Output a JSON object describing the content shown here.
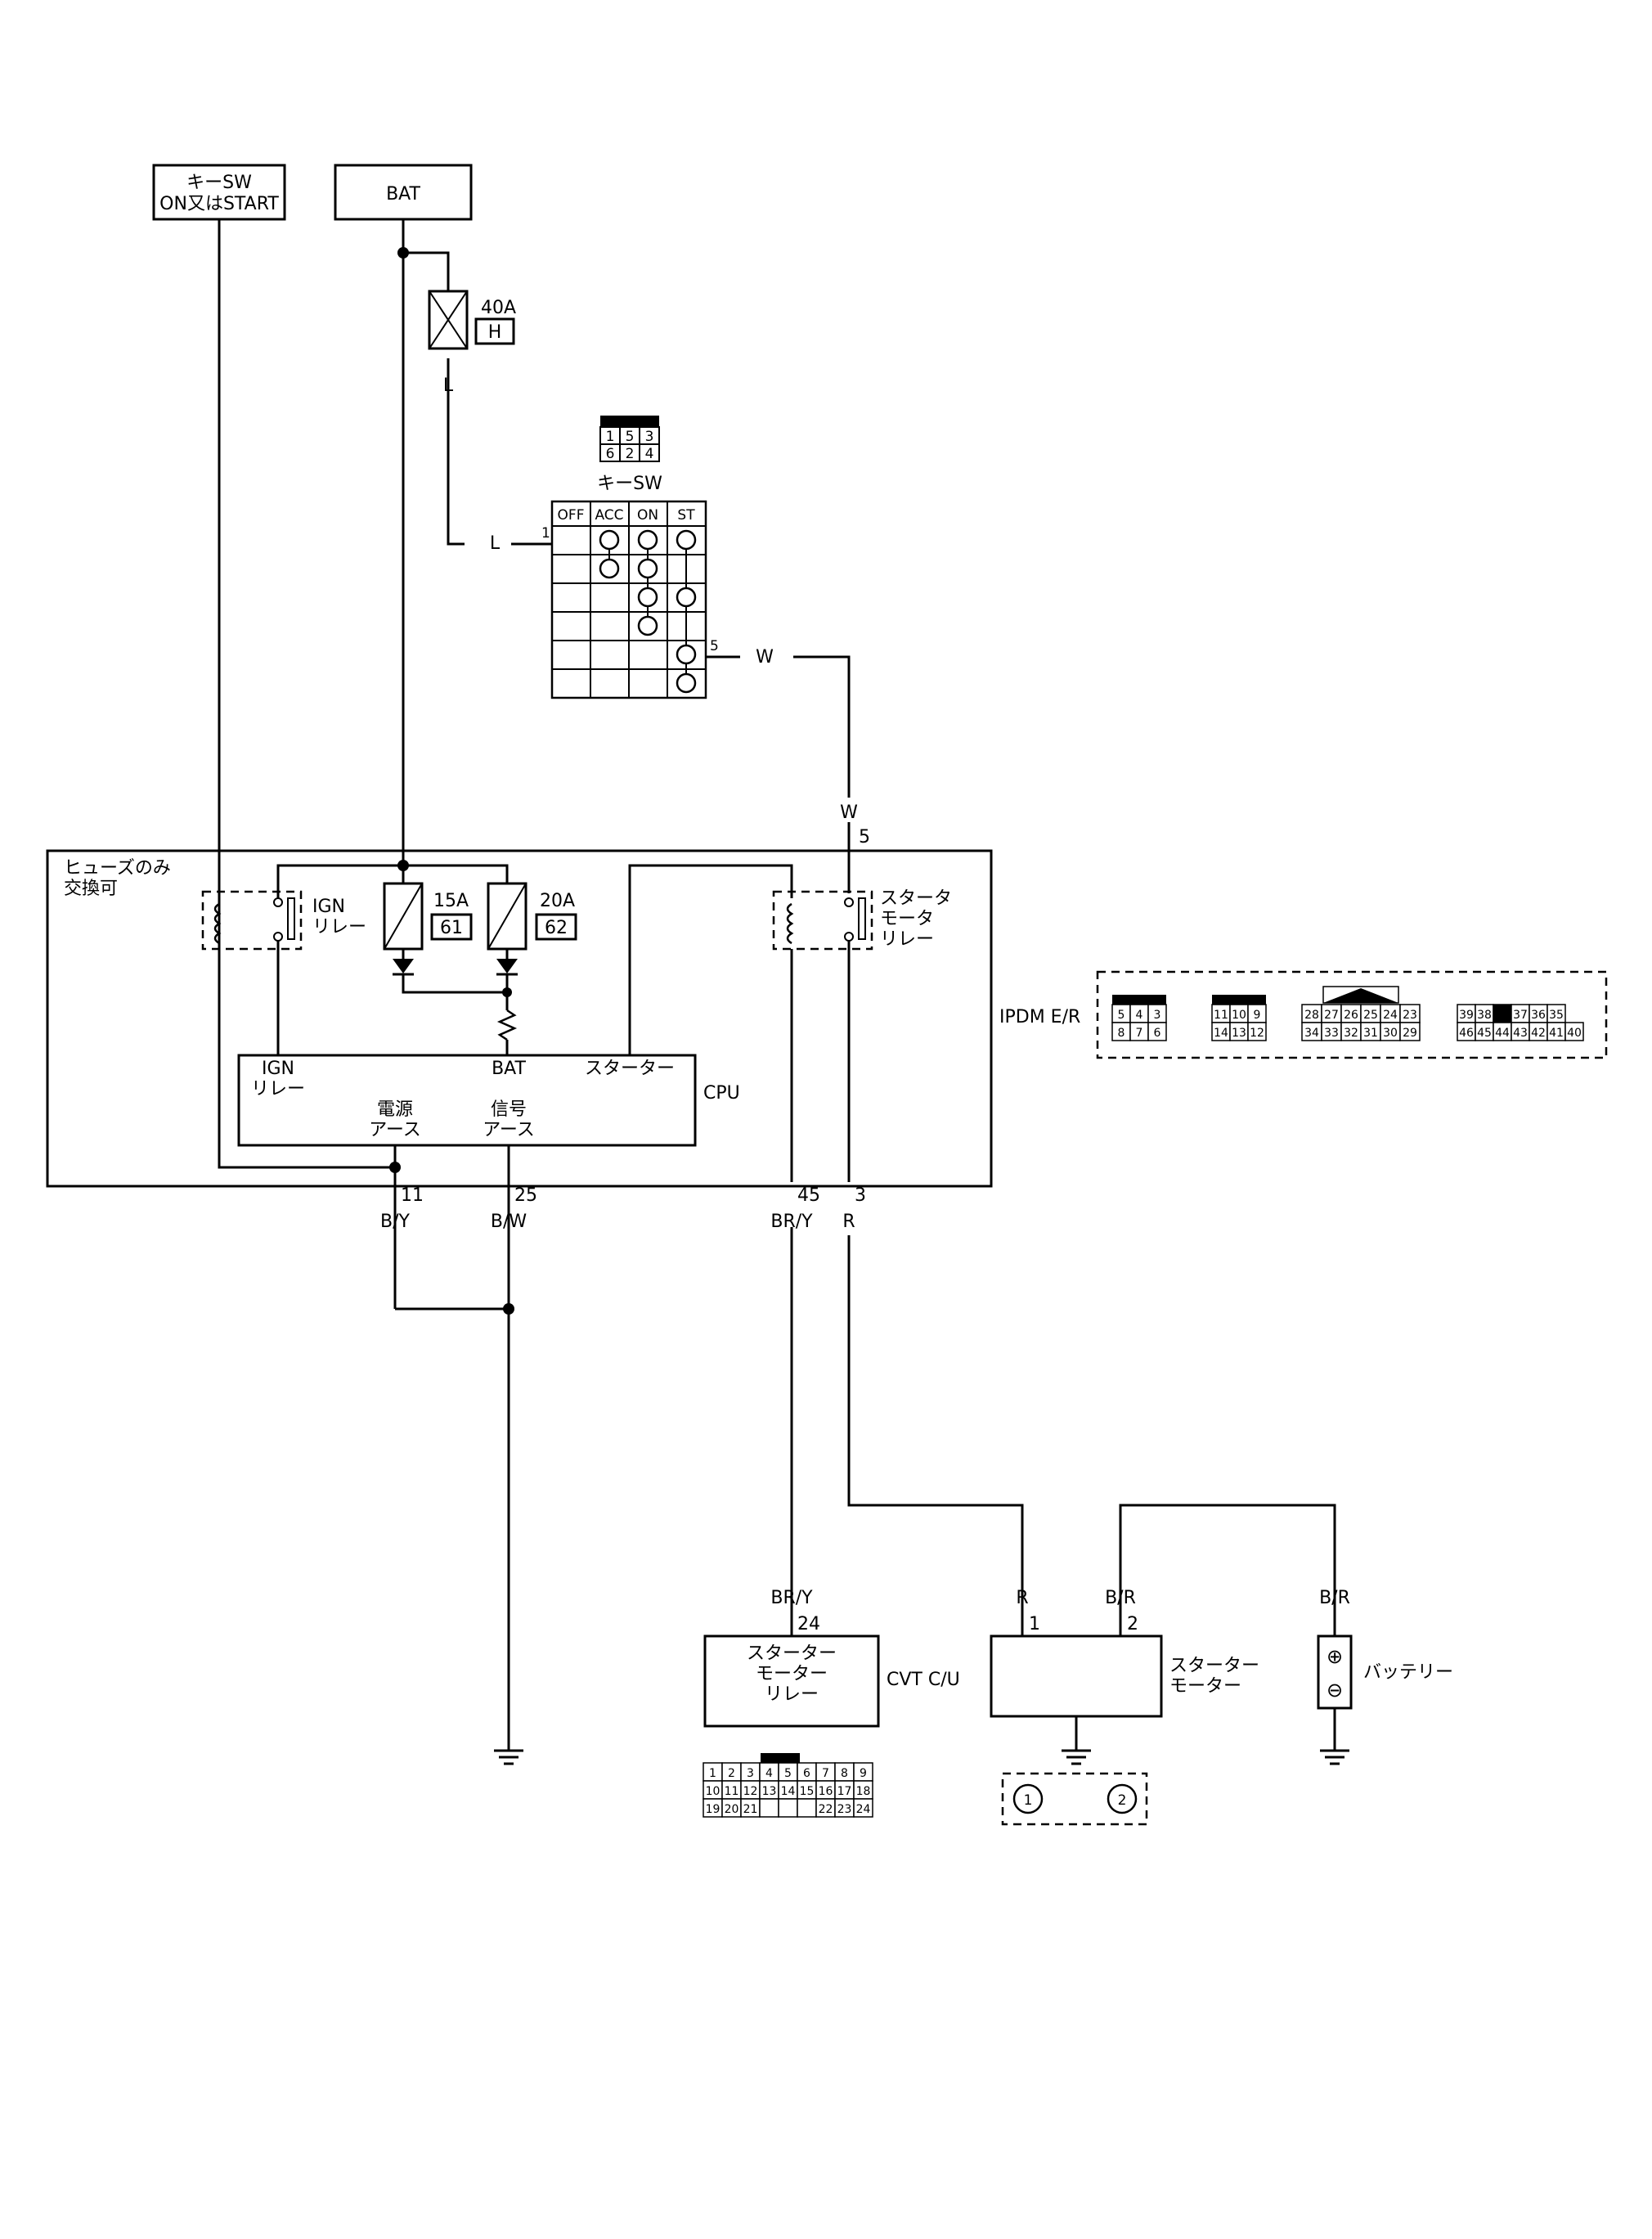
{
  "power_sources": {
    "key_sw_line1": "キーSW",
    "key_sw_line2": "ON又はSTART",
    "bat": "BAT"
  },
  "fuse_main": {
    "rating": "40A",
    "code": "H"
  },
  "key_switch": {
    "label": "キーSW",
    "connector_pins_top": [
      "1",
      "5",
      "3"
    ],
    "connector_pins_bottom": [
      "6",
      "2",
      "4"
    ],
    "columns": [
      "OFF",
      "ACC",
      "ON",
      "ST"
    ],
    "pin_in": "1",
    "pin_out": "5"
  },
  "ipdm": {
    "fuse_only_line1": "ヒューズのみ",
    "fuse_only_line2": "交換可",
    "ign_relay_line1": "IGN",
    "ign_relay_line2": "リレー",
    "fuse_15a": {
      "rating": "15A",
      "code": "61"
    },
    "fuse_20a": {
      "rating": "20A",
      "code": "62"
    },
    "starter_relay_line1": "スタータ",
    "starter_relay_line2": "モータ",
    "starter_relay_line3": "リレー",
    "name": "IPDM E/R",
    "cpu": {
      "label": "CPU",
      "ign_line1": "IGN",
      "ign_line2": "リレー",
      "bat": "BAT",
      "starter": "スターター",
      "power_gnd_line1": "電源",
      "power_gnd_line2": "アース",
      "signal_gnd_line1": "信号",
      "signal_gnd_line2": "アース"
    },
    "pin_in": "5",
    "pins_out": [
      "11",
      "25",
      "45",
      "3"
    ],
    "connector_a_top": [
      "5",
      "4",
      "3"
    ],
    "connector_a_bottom": [
      "8",
      "7",
      "6"
    ],
    "connector_b_top": [
      "11",
      "10",
      "9"
    ],
    "connector_b_bottom": [
      "14",
      "13",
      "12"
    ],
    "connector_c_top": [
      "28",
      "27",
      "26",
      "25",
      "24",
      "23"
    ],
    "connector_c_bottom": [
      "34",
      "33",
      "32",
      "31",
      "30",
      "29"
    ],
    "connector_d_top": [
      "39",
      "38",
      "",
      "37",
      "36",
      "35"
    ],
    "connector_d_bottom": [
      "46",
      "45",
      "44",
      "43",
      "42",
      "41",
      "40"
    ]
  },
  "wires": {
    "l1": "L",
    "l2": "L",
    "w1": "W",
    "w2": "W",
    "by": "B/Y",
    "bw": "B/W",
    "bry_top": "BR/Y",
    "r_top": "R",
    "bry_bottom": "BR/Y",
    "r_bottom": "R",
    "br1": "B/R",
    "br2": "B/R"
  },
  "cvt": {
    "name": "CVT C/U",
    "pin": "24",
    "box_line1": "スターター",
    "box_line2": "モーター",
    "box_line3": "リレー",
    "connector_row1": [
      "1",
      "2",
      "3",
      "4",
      "5",
      "6",
      "7",
      "8",
      "9"
    ],
    "connector_row2": [
      "10",
      "11",
      "12",
      "13",
      "14",
      "15",
      "16",
      "17",
      "18"
    ],
    "connector_row3": [
      "19",
      "20",
      "21",
      "",
      "",
      "",
      "22",
      "23",
      "24"
    ]
  },
  "starter_motor": {
    "line1": "スターター",
    "line2": "モーター",
    "pin1": "1",
    "pin2": "2",
    "connector": [
      "1",
      "2"
    ]
  },
  "battery": {
    "label": "バッテリー",
    "plus": "⊕",
    "minus": "⊖"
  }
}
